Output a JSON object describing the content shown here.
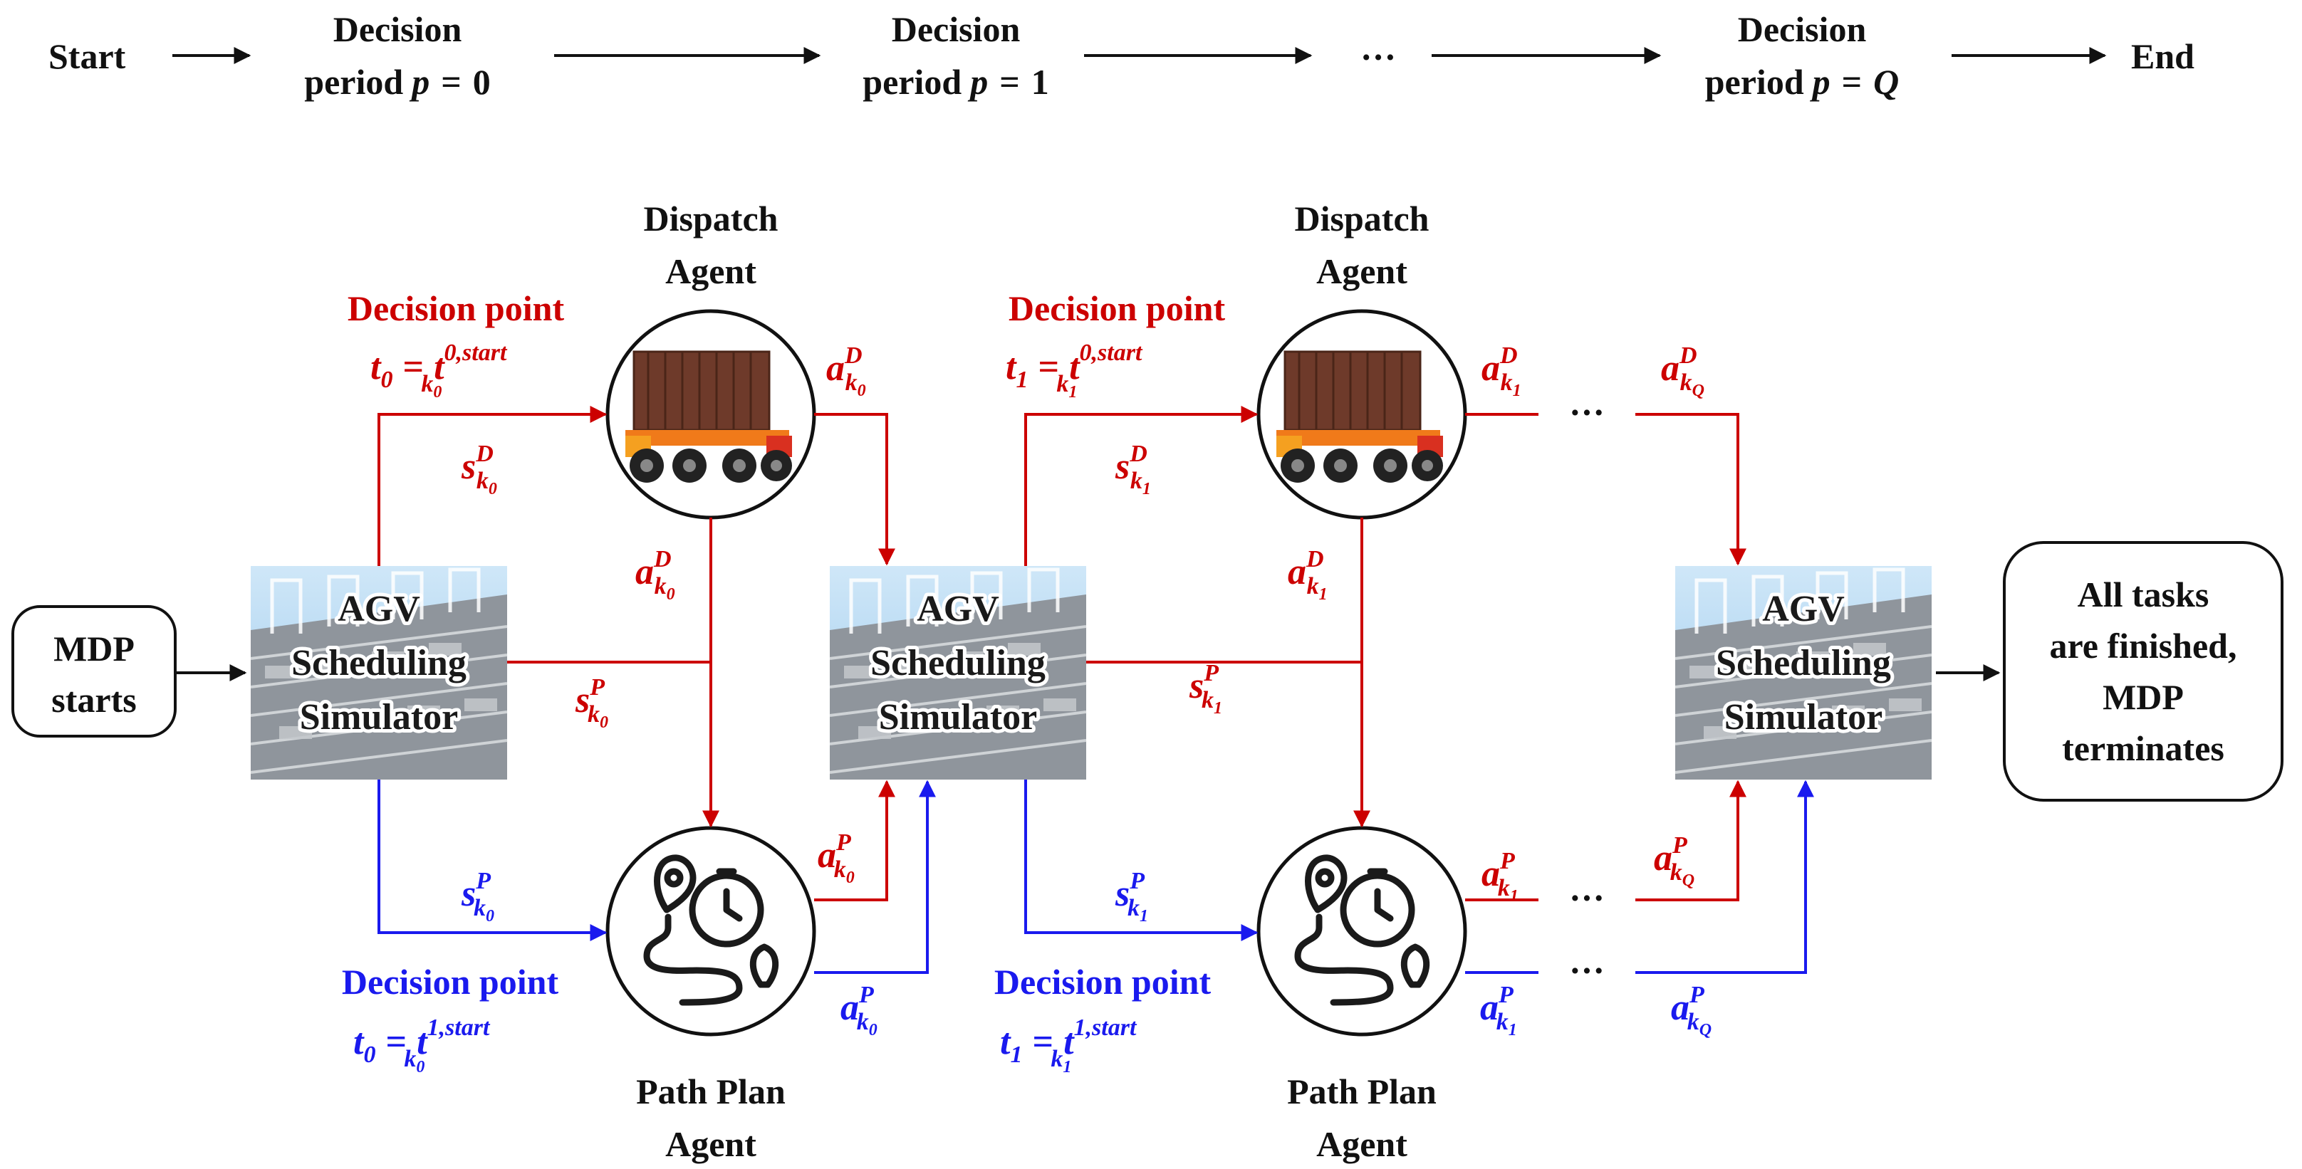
{
  "timeline": {
    "start": "Start",
    "end": "End",
    "ellipsis": "…",
    "period_word": "Decision",
    "period_prefix": "period",
    "period_var": "p",
    "periods": [
      "0",
      "1",
      "Q"
    ]
  },
  "mdp_start": [
    "MDP",
    "starts"
  ],
  "mdp_end": [
    "All tasks",
    "are finished,",
    "MDP",
    "terminates"
  ],
  "simulator_label": [
    "AGV",
    "Scheduling",
    "Simulator"
  ],
  "dispatch_agent": [
    "Dispatch",
    "Agent"
  ],
  "path_agent": [
    "Path Plan",
    "Agent"
  ],
  "decision_point": "Decision point",
  "ellipsis": "···",
  "math": {
    "s": "s",
    "a": "a",
    "t": "t",
    "k": "k",
    "eq": "=",
    "D": "D",
    "P": "P",
    "Q": "Q",
    "idx0": "0",
    "idx1": "1",
    "start0": "0,start",
    "start1": "1,start"
  },
  "colors": {
    "dispatch_flow": "#cc0000",
    "path_flow": "#1a1aee",
    "black": "#111111",
    "sim_sky": "#a9d2f0",
    "sim_ground": "#8a8f96"
  },
  "icons": [
    "container-truck-icon",
    "route-clock-icon",
    "port-simulator-image"
  ]
}
